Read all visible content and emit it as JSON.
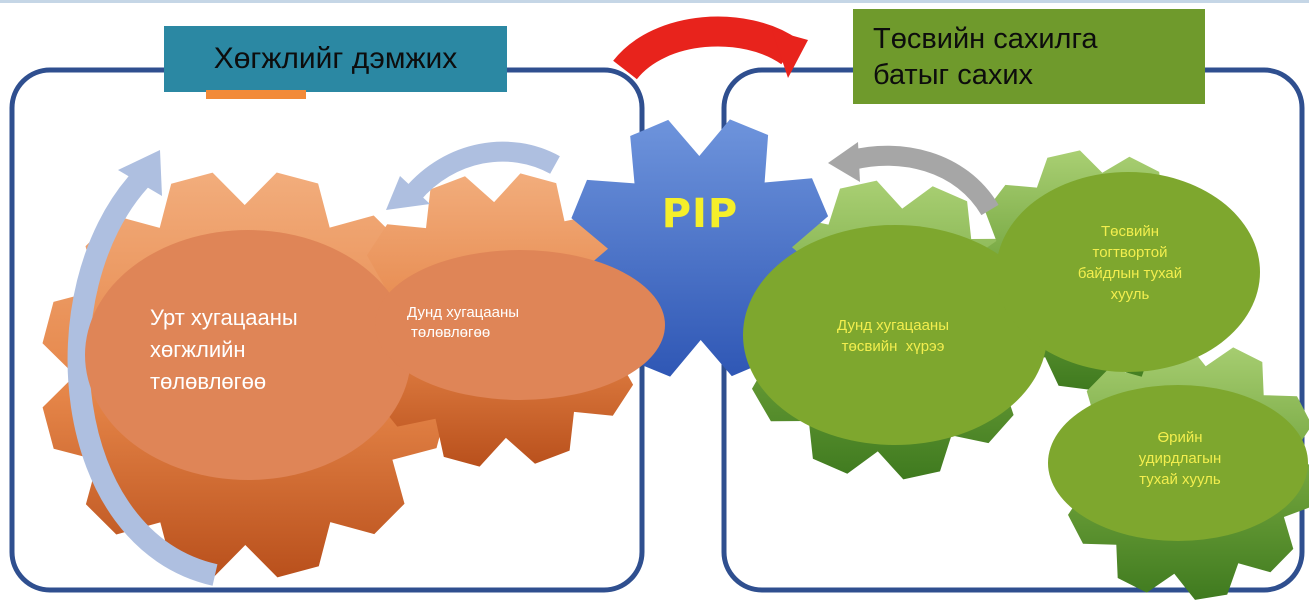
{
  "titles": {
    "left": "Хөгжлийг дэмжих",
    "right_line1": "Төсвийн сахилга",
    "right_line2": "батыг сахих"
  },
  "center": {
    "label": "PIP"
  },
  "left_gears": {
    "long_term_line1": "Урт хугацааны",
    "long_term_line2": "хөгжлийн",
    "long_term_line3": "төлөвлөгөө",
    "mid_term_line1": "Дунд хугацааны",
    "mid_term_line2": "төлөвлөгөө"
  },
  "right_gears": {
    "mtbf_line1": "Дунд хугацааны",
    "mtbf_line2": "төсвийн  хүрээ",
    "fiscal_line1": "Төсвийн",
    "fiscal_line2": "тогтвортой",
    "fiscal_line3": "байдлын тухай",
    "fiscal_line4": "хууль",
    "debt_line1": "Өрийн",
    "debt_line2": "удирдлагын",
    "debt_line3": "тухай хууль"
  },
  "colors": {
    "frame": "#2f4f8f",
    "orange": "#e0824f",
    "green": "#79a42f",
    "pip_blue": "#3f6fc7",
    "arrow_red": "#e8231c",
    "arrow_light_blue": "#aebfe0",
    "arrow_gray": "#a6a6a6",
    "title_left_bg": "#2b88a3",
    "title_right_bg": "#6f9a2c"
  }
}
